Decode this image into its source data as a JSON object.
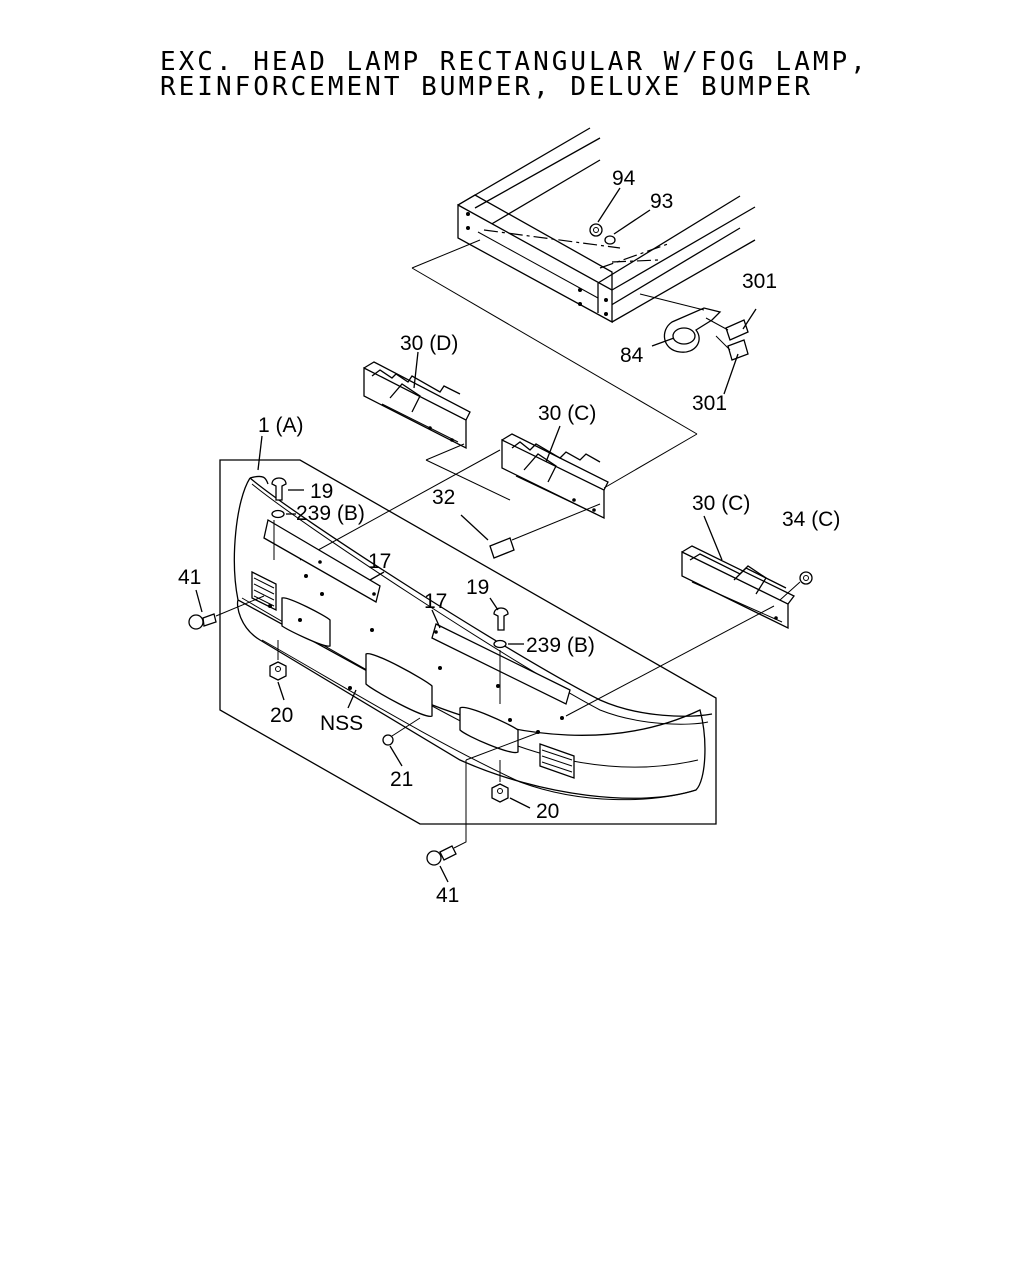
{
  "title": {
    "line1": "EXC. HEAD LAMP RECTANGULAR W/FOG LAMP,",
    "line2": "REINFORCEMENT BUMPER, DELUXE BUMPER"
  },
  "callouts": {
    "c94": "94",
    "c93": "93",
    "c301a": "301",
    "c84": "84",
    "c301b": "301",
    "c30d": "30 (D)",
    "c30c_center": "30 (C)",
    "c1a": "1 (A)",
    "c19a": "19",
    "c239a": "239 (B)",
    "c32": "32",
    "c30c_right": "30 (C)",
    "c34c": "34 (C)",
    "c41a": "41",
    "c17a": "17",
    "c17b": "17",
    "c19b": "19",
    "c239b": "239 (B)",
    "c20a": "20",
    "cnss": "NSS",
    "c21": "21",
    "c20b": "20",
    "c41b": "41"
  }
}
